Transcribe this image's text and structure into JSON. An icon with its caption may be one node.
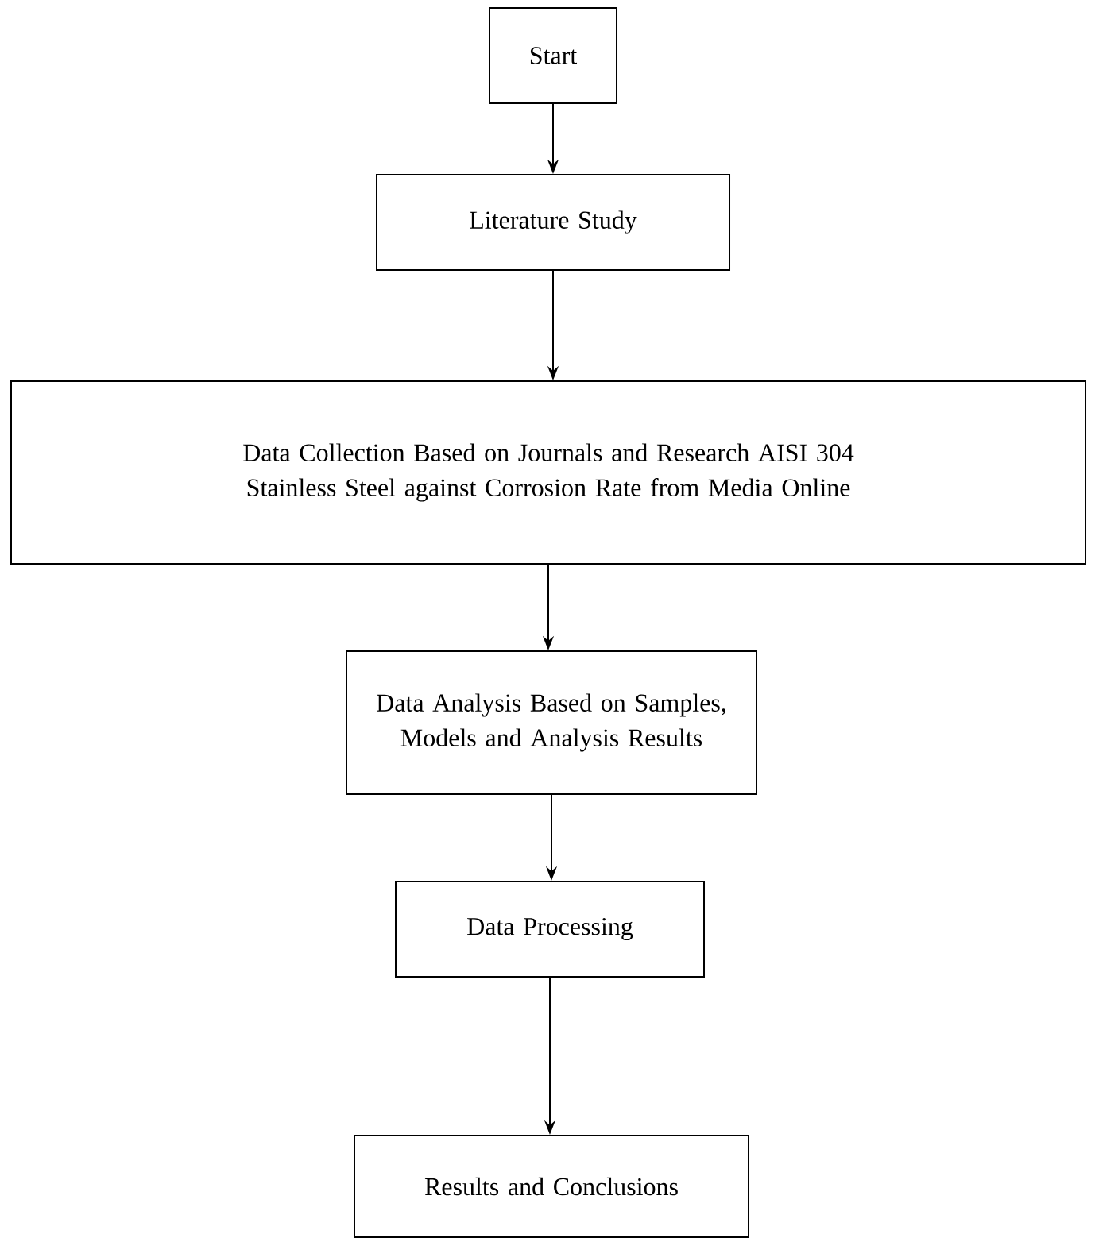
{
  "diagram": {
    "nodes": [
      {
        "text": [
          "Start"
        ]
      },
      {
        "text": [
          "Literature Study"
        ]
      },
      {
        "text": [
          "Data Collection Based on Journals and Research AISI 304 Stainless Steel against Corrosion Rate from Media Online"
        ]
      },
      {
        "text": [
          "Data Analysis Based on Samples, Models and Analysis Results"
        ]
      },
      {
        "text": [
          "Data Processing"
        ]
      },
      {
        "text": [
          "Results and Conclusions"
        ]
      }
    ],
    "edges": [
      {
        "from": 0,
        "to": 1,
        "arrow": "to"
      },
      {
        "from": 1,
        "to": 2,
        "arrow": "to"
      },
      {
        "from": 2,
        "to": 3,
        "arrow": "to"
      },
      {
        "from": 3,
        "to": 4,
        "arrow": "to"
      },
      {
        "from": 4,
        "to": 5,
        "arrow": "to"
      }
    ]
  }
}
